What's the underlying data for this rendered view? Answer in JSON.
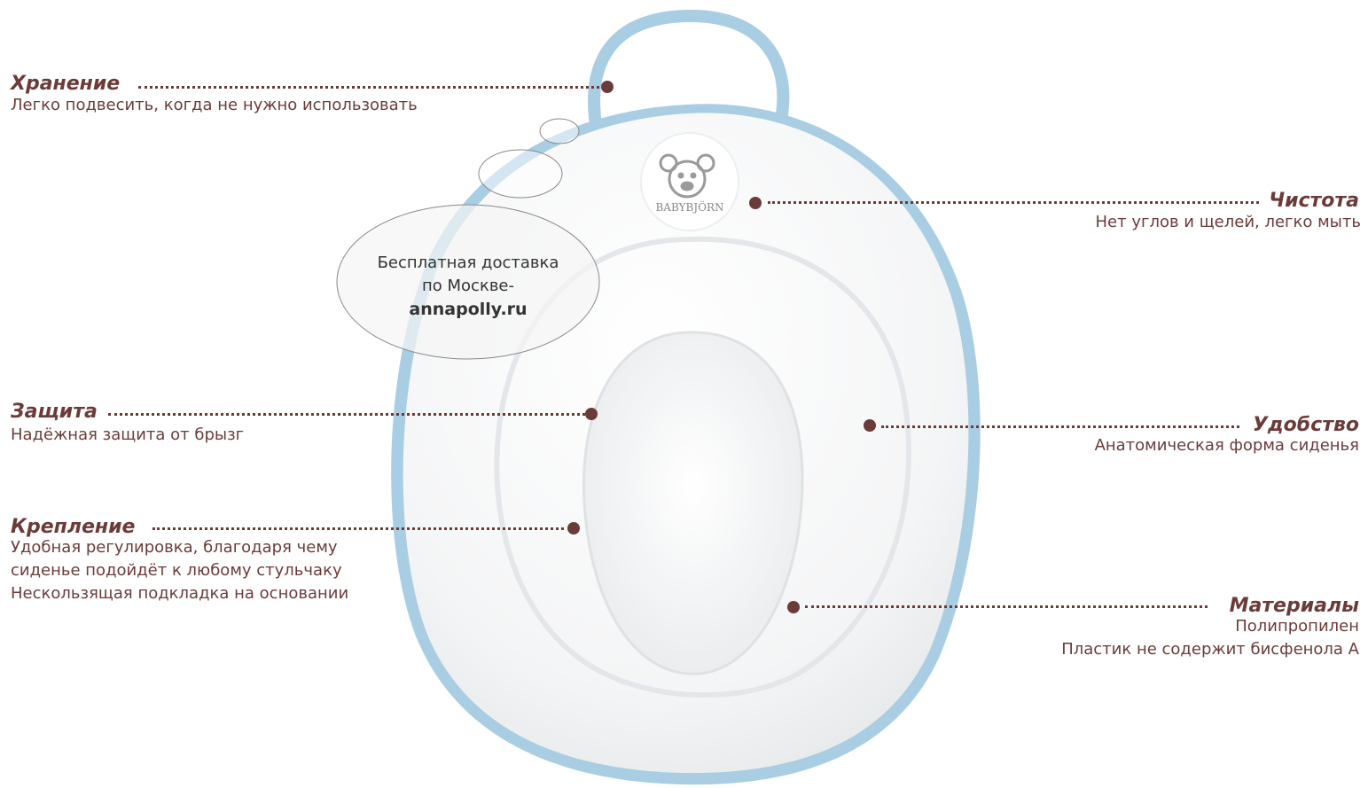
{
  "features": {
    "storage": {
      "title": "Хранение",
      "desc": [
        "Легко подвесить, когда не нужно использовать"
      ]
    },
    "protection": {
      "title": "Защита",
      "desc": [
        "Надёжная защита от брызг"
      ]
    },
    "mounting": {
      "title": "Крепление",
      "desc": [
        "Удобная регулировка, благодаря чему",
        "сиденье подойдёт к любому стульчаку",
        "Нескользящая подкладка на основании"
      ]
    },
    "cleanliness": {
      "title": "Чистота",
      "desc": [
        "Нет углов и щелей, легко мыть"
      ]
    },
    "comfort": {
      "title": "Удобство",
      "desc": [
        "Анатомическая форма сиденья"
      ]
    },
    "materials": {
      "title": "Материалы",
      "desc": [
        "Полипропилен",
        "Пластик не содержит бисфенола А"
      ]
    }
  },
  "bubble": {
    "line1": "Бесплатная доставка",
    "line2": "по Москве-",
    "line3": "annapolly.ru"
  },
  "logo": {
    "brand": "BABYBJÖRN",
    "icon": "bear-icon"
  },
  "colors": {
    "accent": "#6b3b3a",
    "rim": "#a9cde3",
    "seat": "#f5f6f7"
  }
}
